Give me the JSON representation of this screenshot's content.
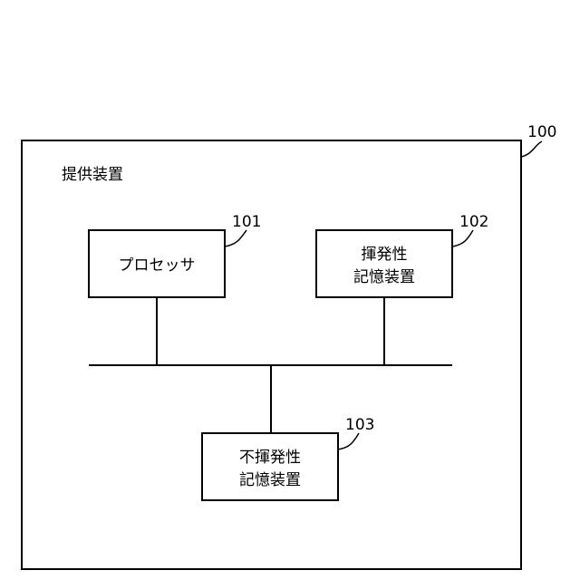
{
  "device": {
    "ref": "100",
    "title": "提供装置"
  },
  "processor": {
    "ref": "101",
    "label": "プロセッサ"
  },
  "volatile_memory": {
    "ref": "102",
    "line1": "揮発性",
    "line2": "記憶装置"
  },
  "nonvolatile_memory": {
    "ref": "103",
    "line1": "不揮発性",
    "line2": "記憶装置"
  }
}
